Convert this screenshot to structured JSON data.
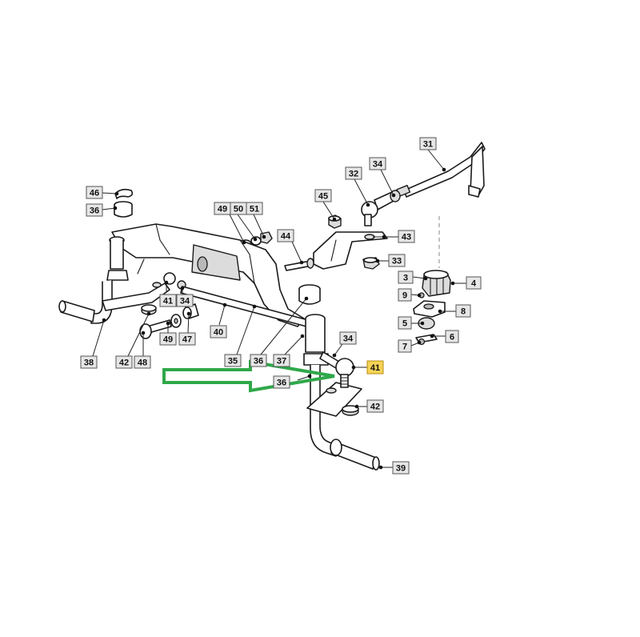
{
  "colors": {
    "highlight": "#f6d356",
    "callout_bg": "#e6e6e6",
    "arrow": "#2fa84a"
  },
  "callouts": [
    {
      "id": "46",
      "label": "46"
    },
    {
      "id": "36a",
      "label": "36"
    },
    {
      "id": "49a",
      "label": "49"
    },
    {
      "id": "50",
      "label": "50"
    },
    {
      "id": "51",
      "label": "51"
    },
    {
      "id": "45",
      "label": "45"
    },
    {
      "id": "32",
      "label": "32"
    },
    {
      "id": "34a",
      "label": "34"
    },
    {
      "id": "31",
      "label": "31"
    },
    {
      "id": "44",
      "label": "44"
    },
    {
      "id": "43",
      "label": "43"
    },
    {
      "id": "33",
      "label": "33"
    },
    {
      "id": "3",
      "label": "3"
    },
    {
      "id": "4",
      "label": "4"
    },
    {
      "id": "9",
      "label": "9"
    },
    {
      "id": "8",
      "label": "8"
    },
    {
      "id": "5",
      "label": "5"
    },
    {
      "id": "6",
      "label": "6"
    },
    {
      "id": "7",
      "label": "7"
    },
    {
      "id": "41a",
      "label": "41"
    },
    {
      "id": "34b",
      "label": "34"
    },
    {
      "id": "40",
      "label": "40"
    },
    {
      "id": "42a",
      "label": "42"
    },
    {
      "id": "49b",
      "label": "49"
    },
    {
      "id": "47",
      "label": "47"
    },
    {
      "id": "38",
      "label": "38"
    },
    {
      "id": "48",
      "label": "48"
    },
    {
      "id": "35",
      "label": "35"
    },
    {
      "id": "36b",
      "label": "36"
    },
    {
      "id": "37",
      "label": "37"
    },
    {
      "id": "34c",
      "label": "34"
    },
    {
      "id": "41b",
      "label": "41",
      "highlighted": true
    },
    {
      "id": "36c",
      "label": "36"
    },
    {
      "id": "42b",
      "label": "42"
    },
    {
      "id": "39",
      "label": "39"
    }
  ]
}
